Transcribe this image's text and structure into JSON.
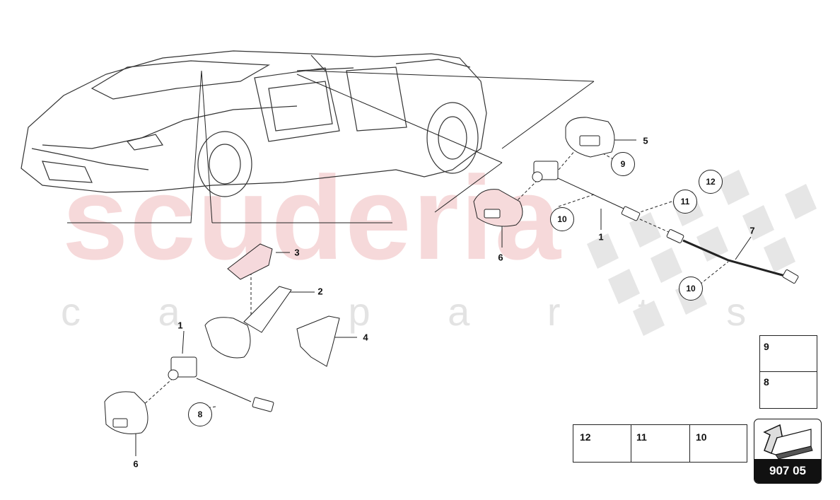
{
  "watermark": {
    "brand": "scuderia",
    "sub": "c a r p a r t s"
  },
  "callouts": {
    "c1_top": "1",
    "c2": "2",
    "c3": "3",
    "c4": "4",
    "c5": "5",
    "c6_left": "6",
    "c6_right": "6",
    "c7": "7",
    "c1_right": "1"
  },
  "circled": {
    "c8": "8",
    "c9": "9",
    "c10a": "10",
    "c10b": "10",
    "c11": "11",
    "c12": "12"
  },
  "side_parts": {
    "p9": "9",
    "p8": "8"
  },
  "bottom_parts": {
    "p12": "12",
    "p11": "11",
    "p10": "10"
  },
  "page_code": "907 05",
  "icons": [
    "car-outline",
    "sensor-unit",
    "camera-cover",
    "wiring-harness",
    "bolt",
    "hose-clamp",
    "arrow-icon"
  ]
}
